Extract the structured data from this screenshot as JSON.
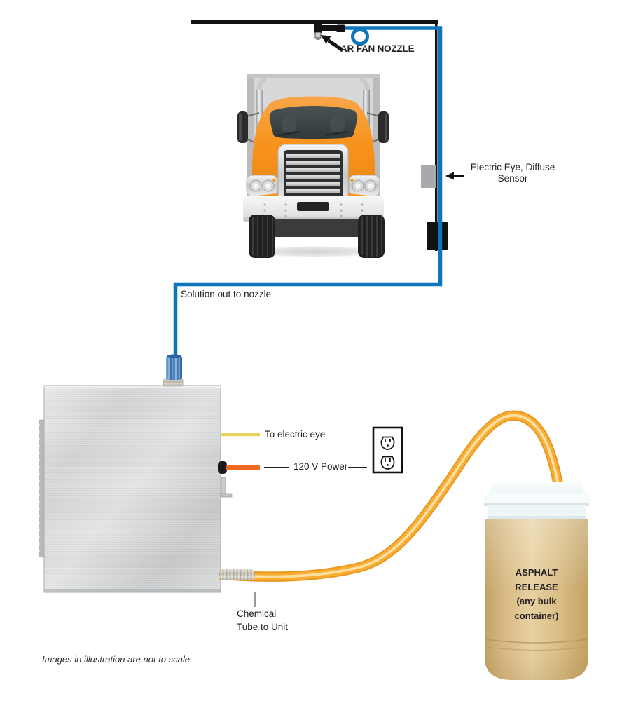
{
  "page": {
    "background": "#ffffff",
    "footnote": "Images in illustration are not to scale."
  },
  "labels": {
    "ar_fan_nozzle": "AR FAN NOZZLE",
    "electric_eye_line1": "Electric Eye, Diffuse",
    "electric_eye_line2": "Sensor",
    "solution_out": "Solution out to nozzle",
    "to_electric_eye": "To electric eye",
    "power_120v": "120 V Power",
    "chemical_line1": "Chemical",
    "chemical_line2": "Tube to Unit"
  },
  "container_label": {
    "line1": "ASPHALT",
    "line2": "RELEASE",
    "line3": "(any bulk",
    "line4": "container)"
  },
  "colors": {
    "page_bg": "#ffffff",
    "text_color": "#231f20",
    "boom_black": "#121212",
    "hose_blue": "#0d75bc",
    "sensor_gray": "#a7a9ac",
    "mount_black": "#121212",
    "wire_yellow": "#e9d463",
    "wire_orange": "#f26a21",
    "chemical_tube_orange": "#f8ac33",
    "truck_orange": "#f7941e",
    "container_tan": "#d9bc88",
    "lid_white": "#f4f9fa",
    "steel_gray": "#d3d5d6"
  },
  "icons": {
    "nozzle": "spray-nozzle-icon",
    "hose_loop": "coiled-hose-loop",
    "sensor": "electric-eye-sensor-block",
    "truck": "truck-front-illustration",
    "control_unit": "stainless-control-unit",
    "outlet": "duplex-power-outlet-icon",
    "container": "bulk-chemical-container"
  }
}
